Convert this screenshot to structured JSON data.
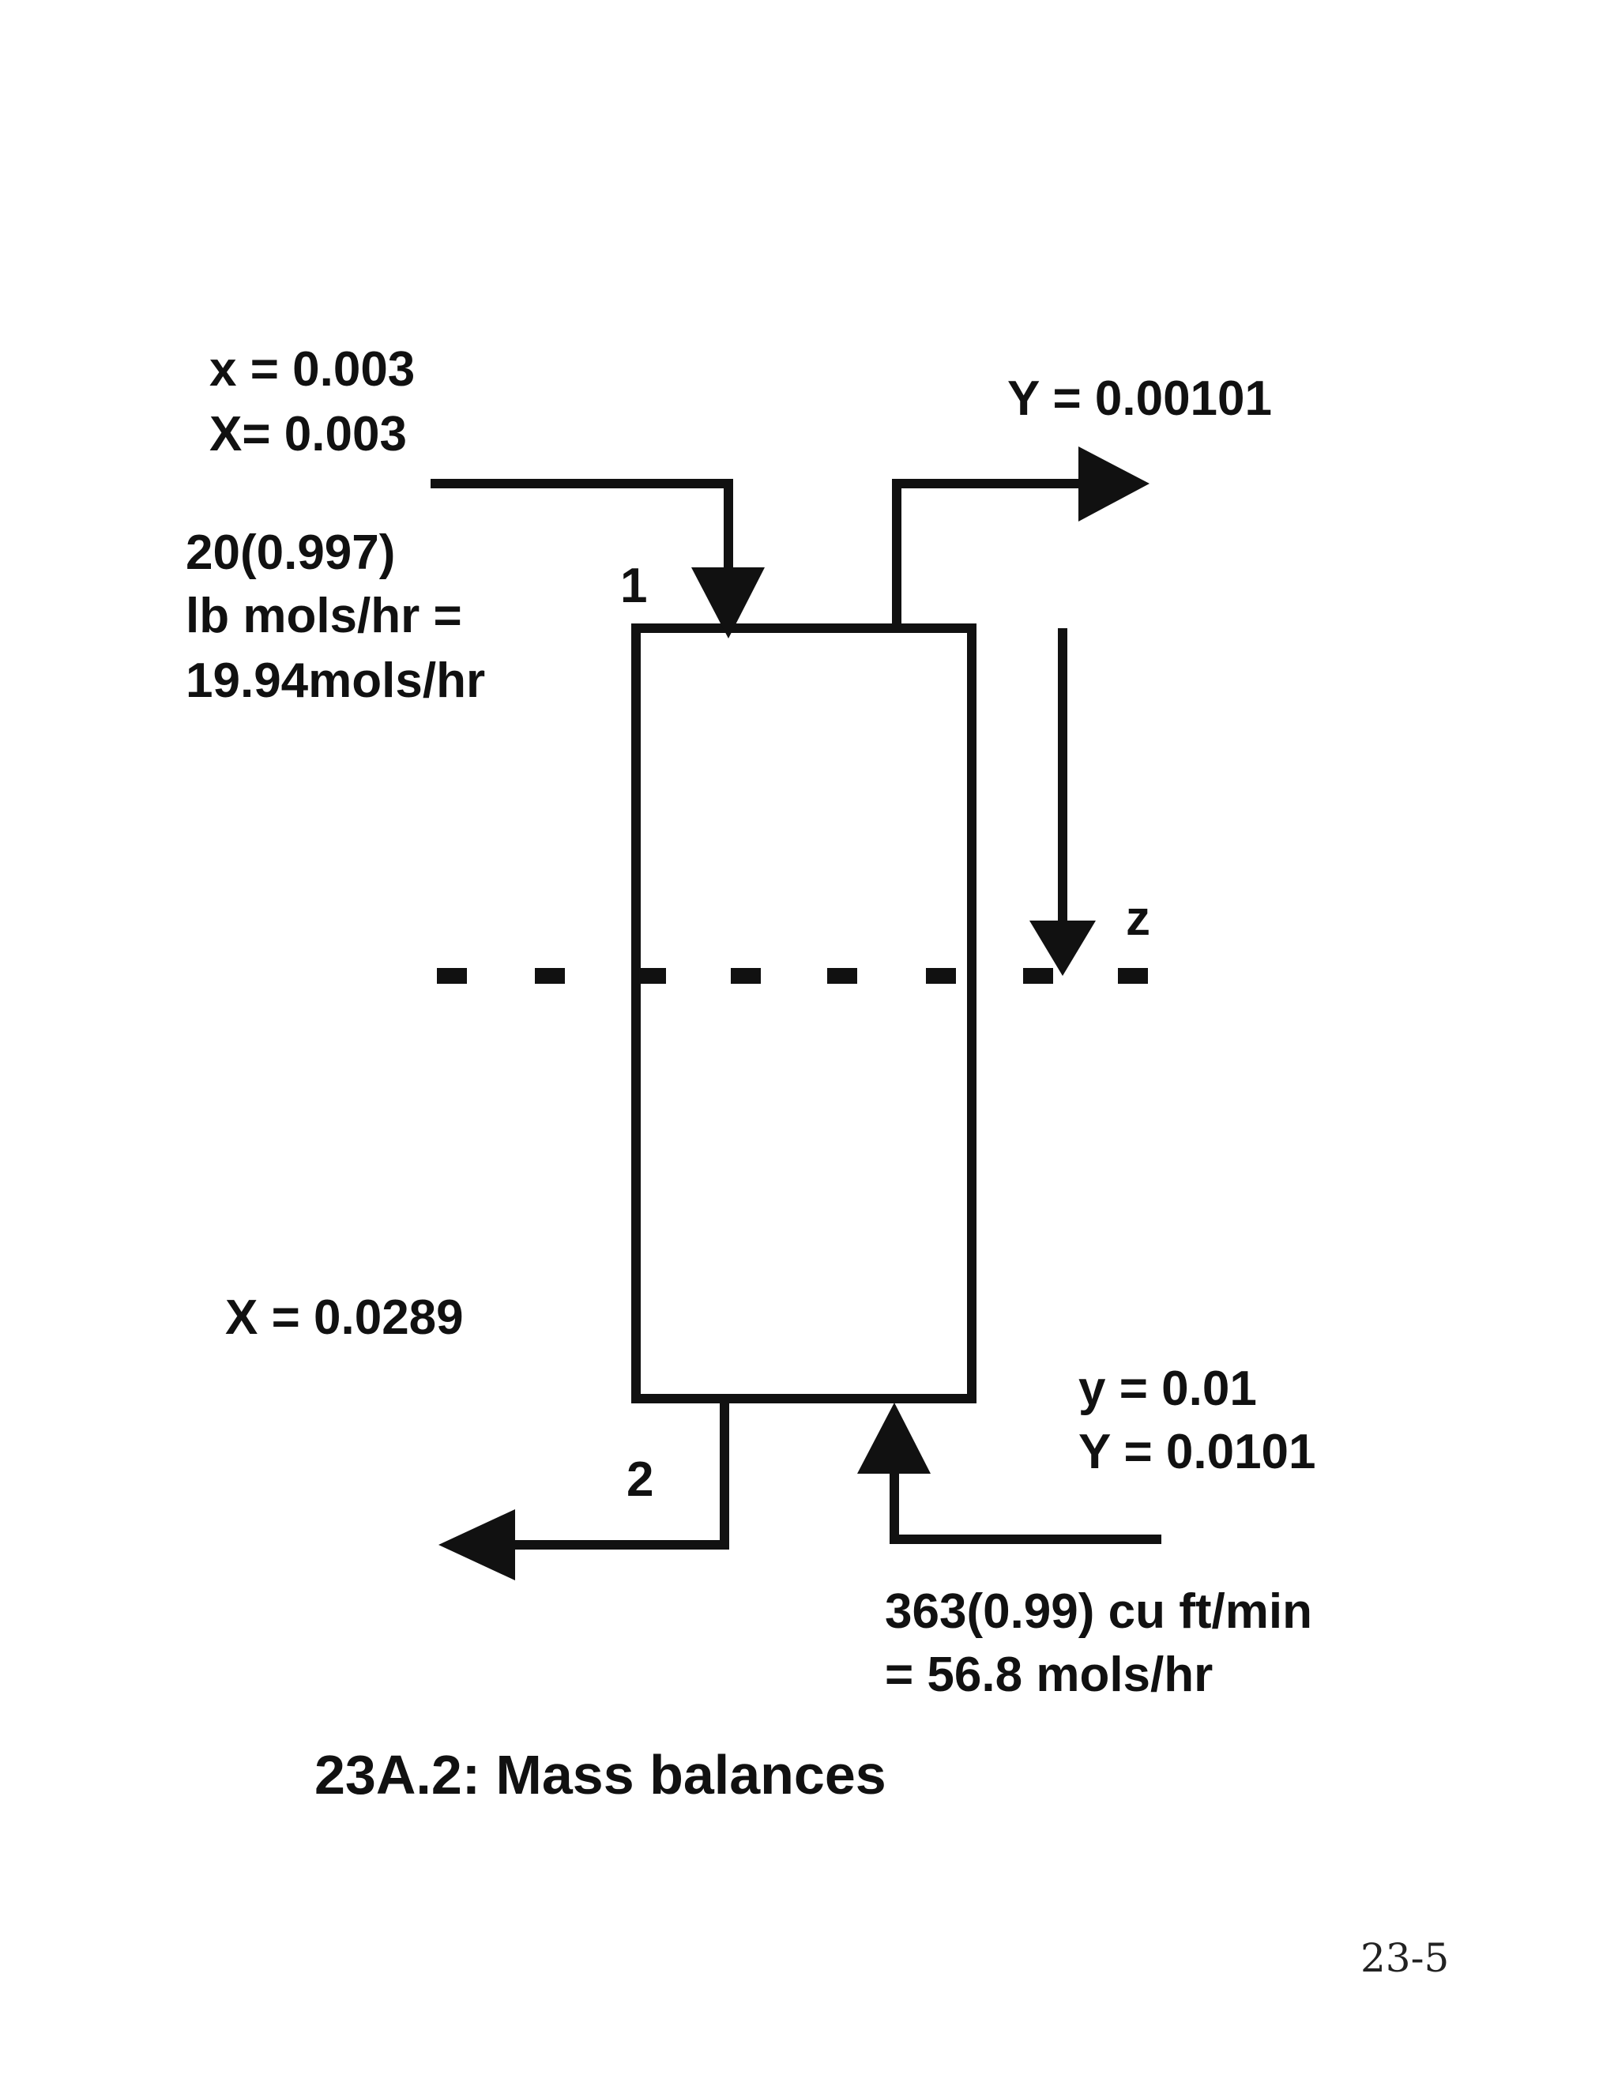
{
  "labels": {
    "top_left_x_lower": "x = 0.003",
    "top_left_x_upper": "X= 0.003",
    "liquid_flow_line1": "20(0.997)",
    "liquid_flow_line2": "lb mols/hr =",
    "liquid_flow_line3": "19.94mols/hr",
    "top_right_y": "Y = 0.00101",
    "point_top": "1",
    "axis_z": "z",
    "bottom_left_x": "X = 0.0289",
    "point_bottom": "2",
    "bottom_right_y_lower": "y = 0.01",
    "bottom_right_y_upper": "Y = 0.0101",
    "gas_flow_line1": "363(0.99) cu ft/min",
    "gas_flow_line2": "= 56.8 mols/hr",
    "caption": "23A.2: Mass balances",
    "page_number": "23-5"
  },
  "colors": {
    "ink": "#111111",
    "background": "#ffffff"
  }
}
